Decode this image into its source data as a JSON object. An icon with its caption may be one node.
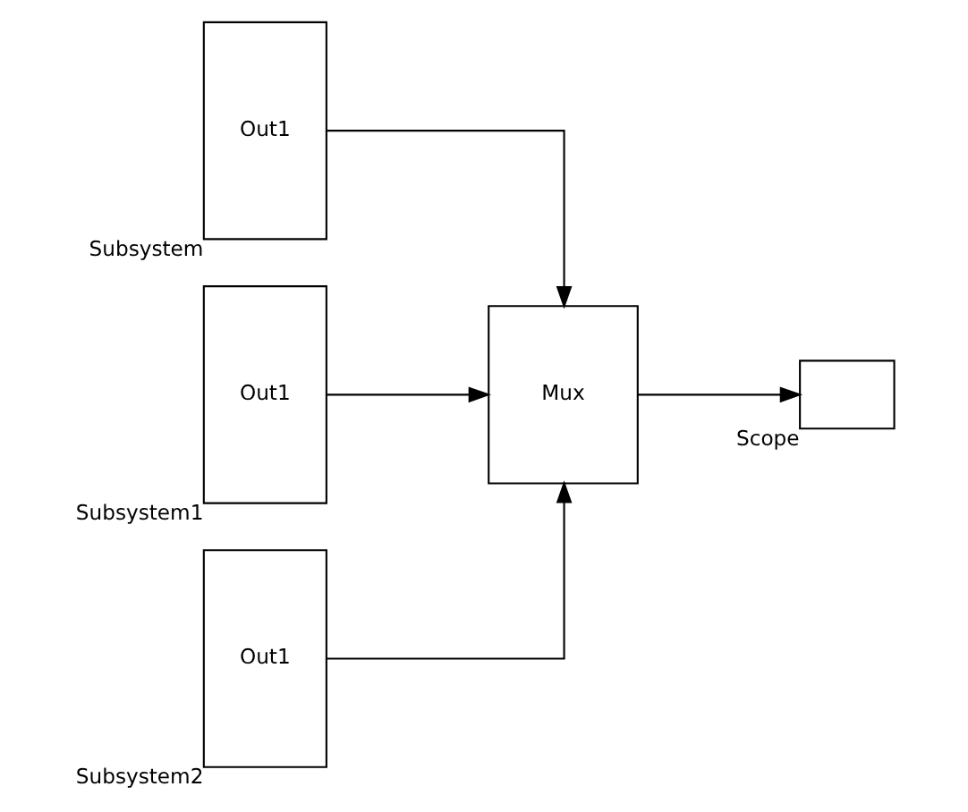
{
  "diagram": {
    "nodes": [
      {
        "text": [
          "Out1"
        ],
        "beside": [
          "Subsystem"
        ]
      },
      {
        "text": [
          "Out1"
        ],
        "beside": [
          "Subsystem1"
        ]
      },
      {
        "text": [
          "Out1"
        ],
        "beside": [
          "Subsystem2"
        ]
      },
      {
        "text": [
          "Mux"
        ]
      },
      {
        "text": [],
        "shape": "box",
        "beside": [
          "Scope"
        ]
      }
    ],
    "edges": [
      {
        "from": 0,
        "to": 3,
        "arrow": "to"
      },
      {
        "from": 1,
        "to": 3,
        "arrow": "to"
      },
      {
        "from": 2,
        "to": 3,
        "arrow": "to"
      },
      {
        "from": 3,
        "to": 4,
        "arrow": "to"
      }
    ]
  }
}
